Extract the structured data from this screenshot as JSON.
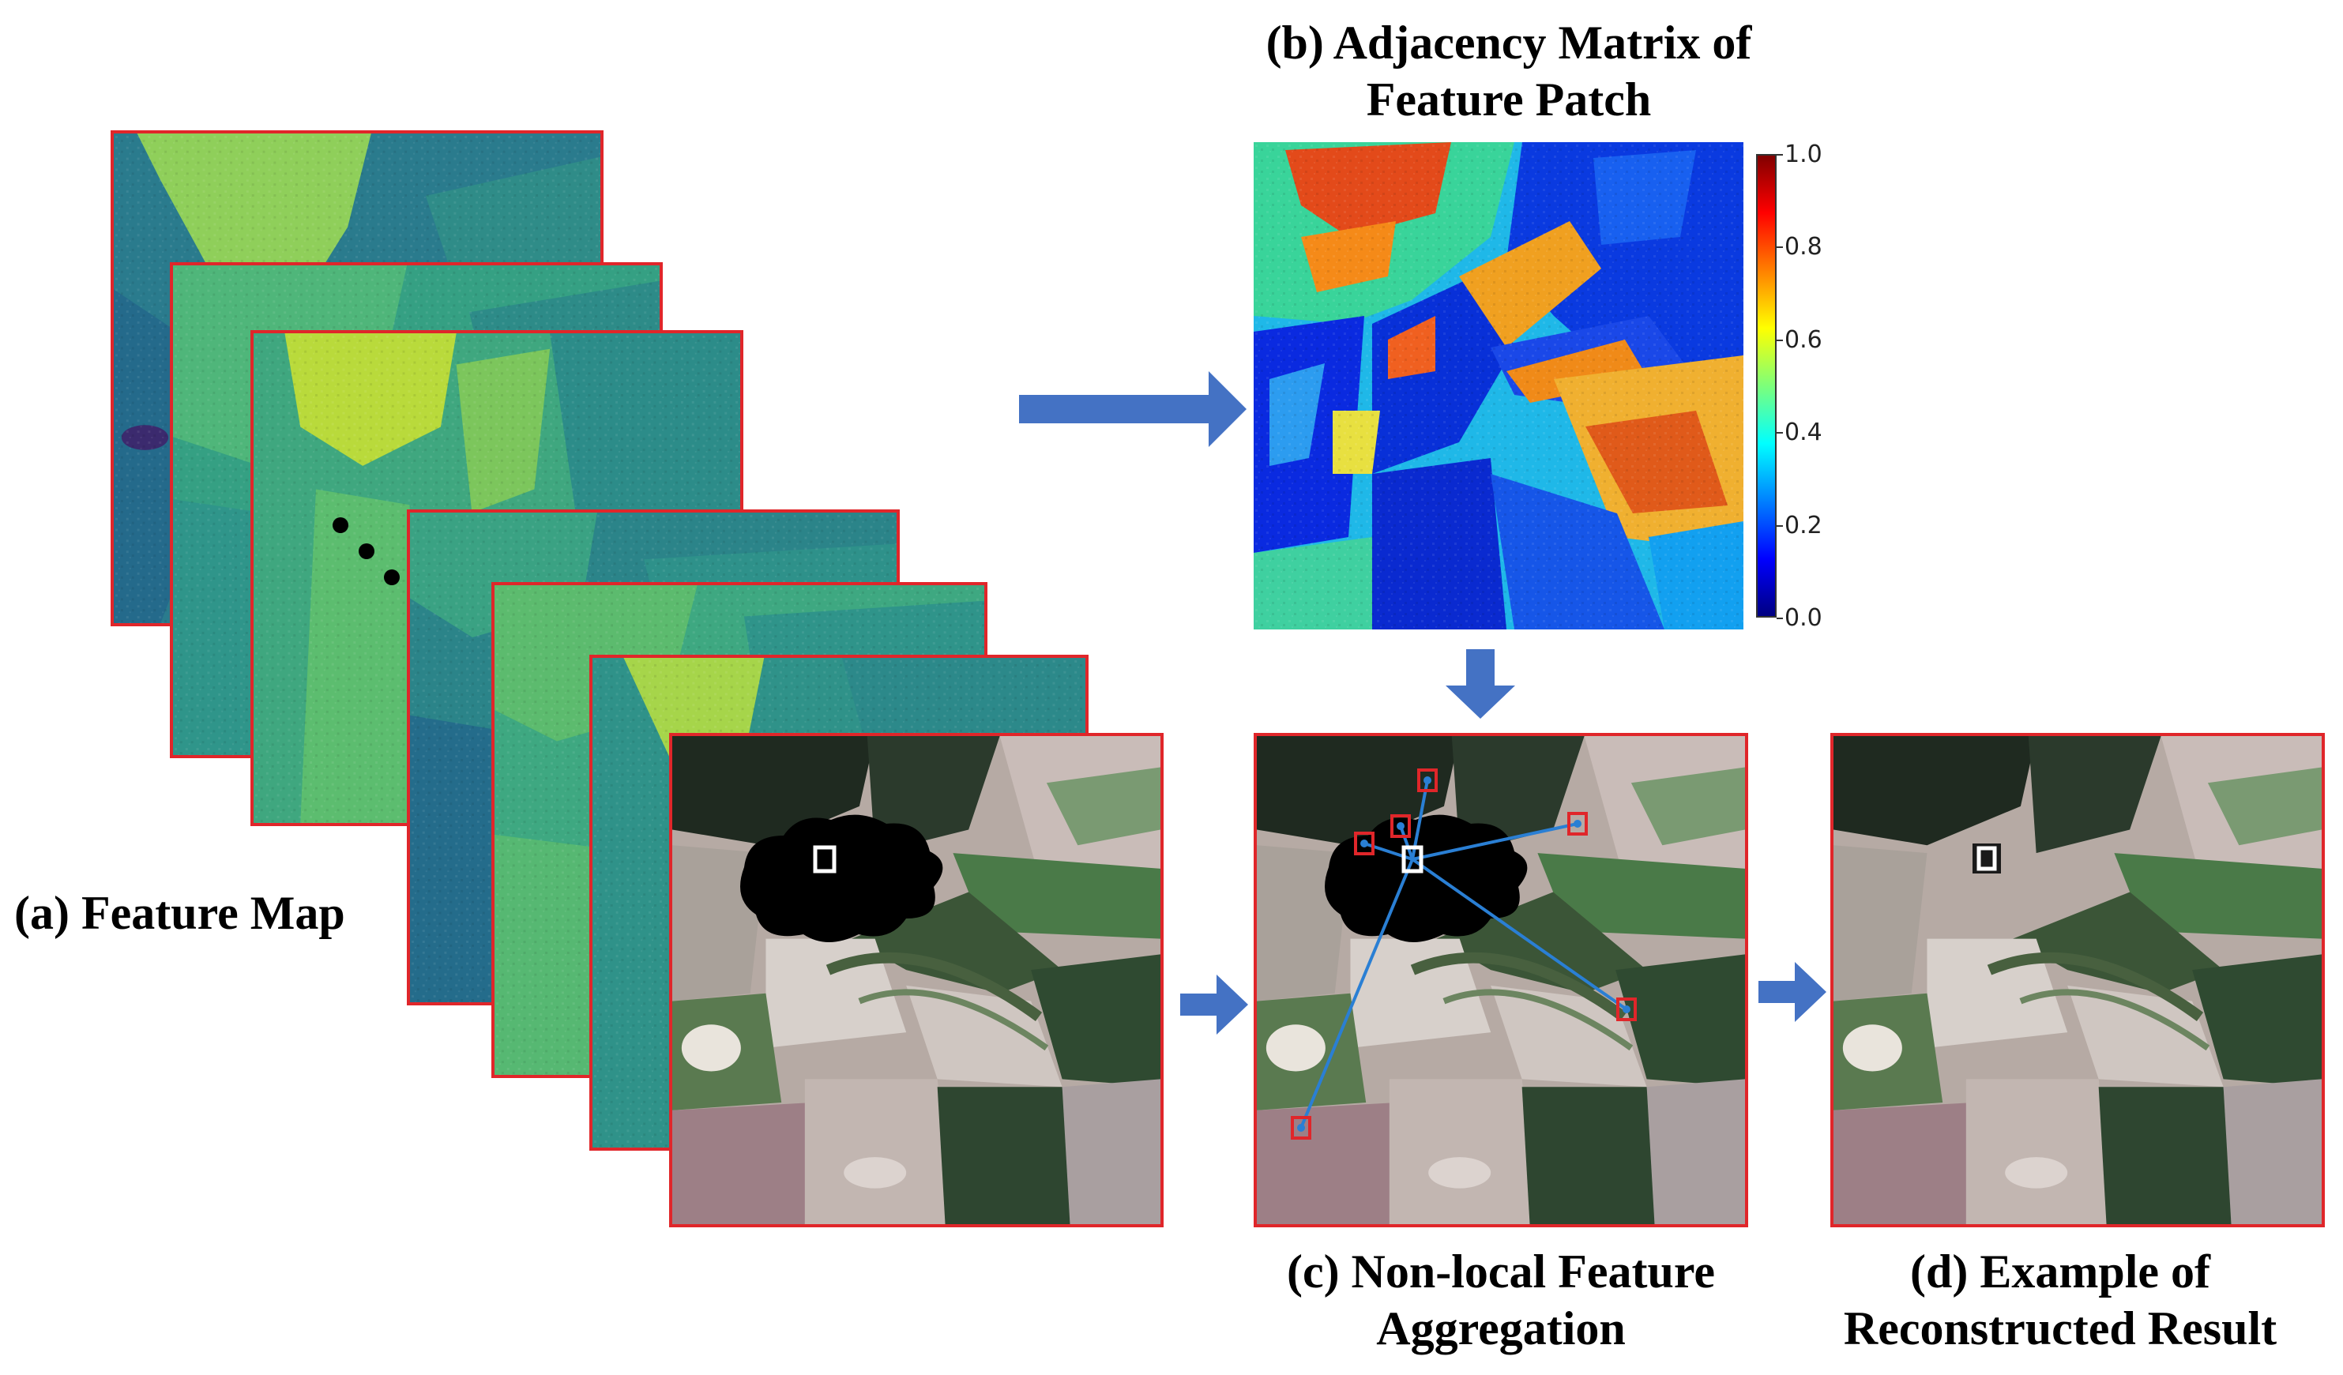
{
  "labels": {
    "a": "(a) Feature Map",
    "b_line1": "(b) Adjacency Matrix of",
    "b_line2": "Feature Patch",
    "c_line1": "(c) Non-local Feature",
    "c_line2": "Aggregation",
    "d_line1": "(d) Example of",
    "d_line2": "Reconstructed Result"
  },
  "colorbar": {
    "ticks": [
      "1.0",
      "0.8",
      "0.6",
      "0.4",
      "0.2",
      "0.0"
    ],
    "colormap": "jet"
  },
  "colors": {
    "frame": "#e0262a",
    "arrow": "#4472c4",
    "link_line": "#2a7fd4",
    "patch_marker": "#e0262a",
    "query_patch": "#ffffff"
  }
}
